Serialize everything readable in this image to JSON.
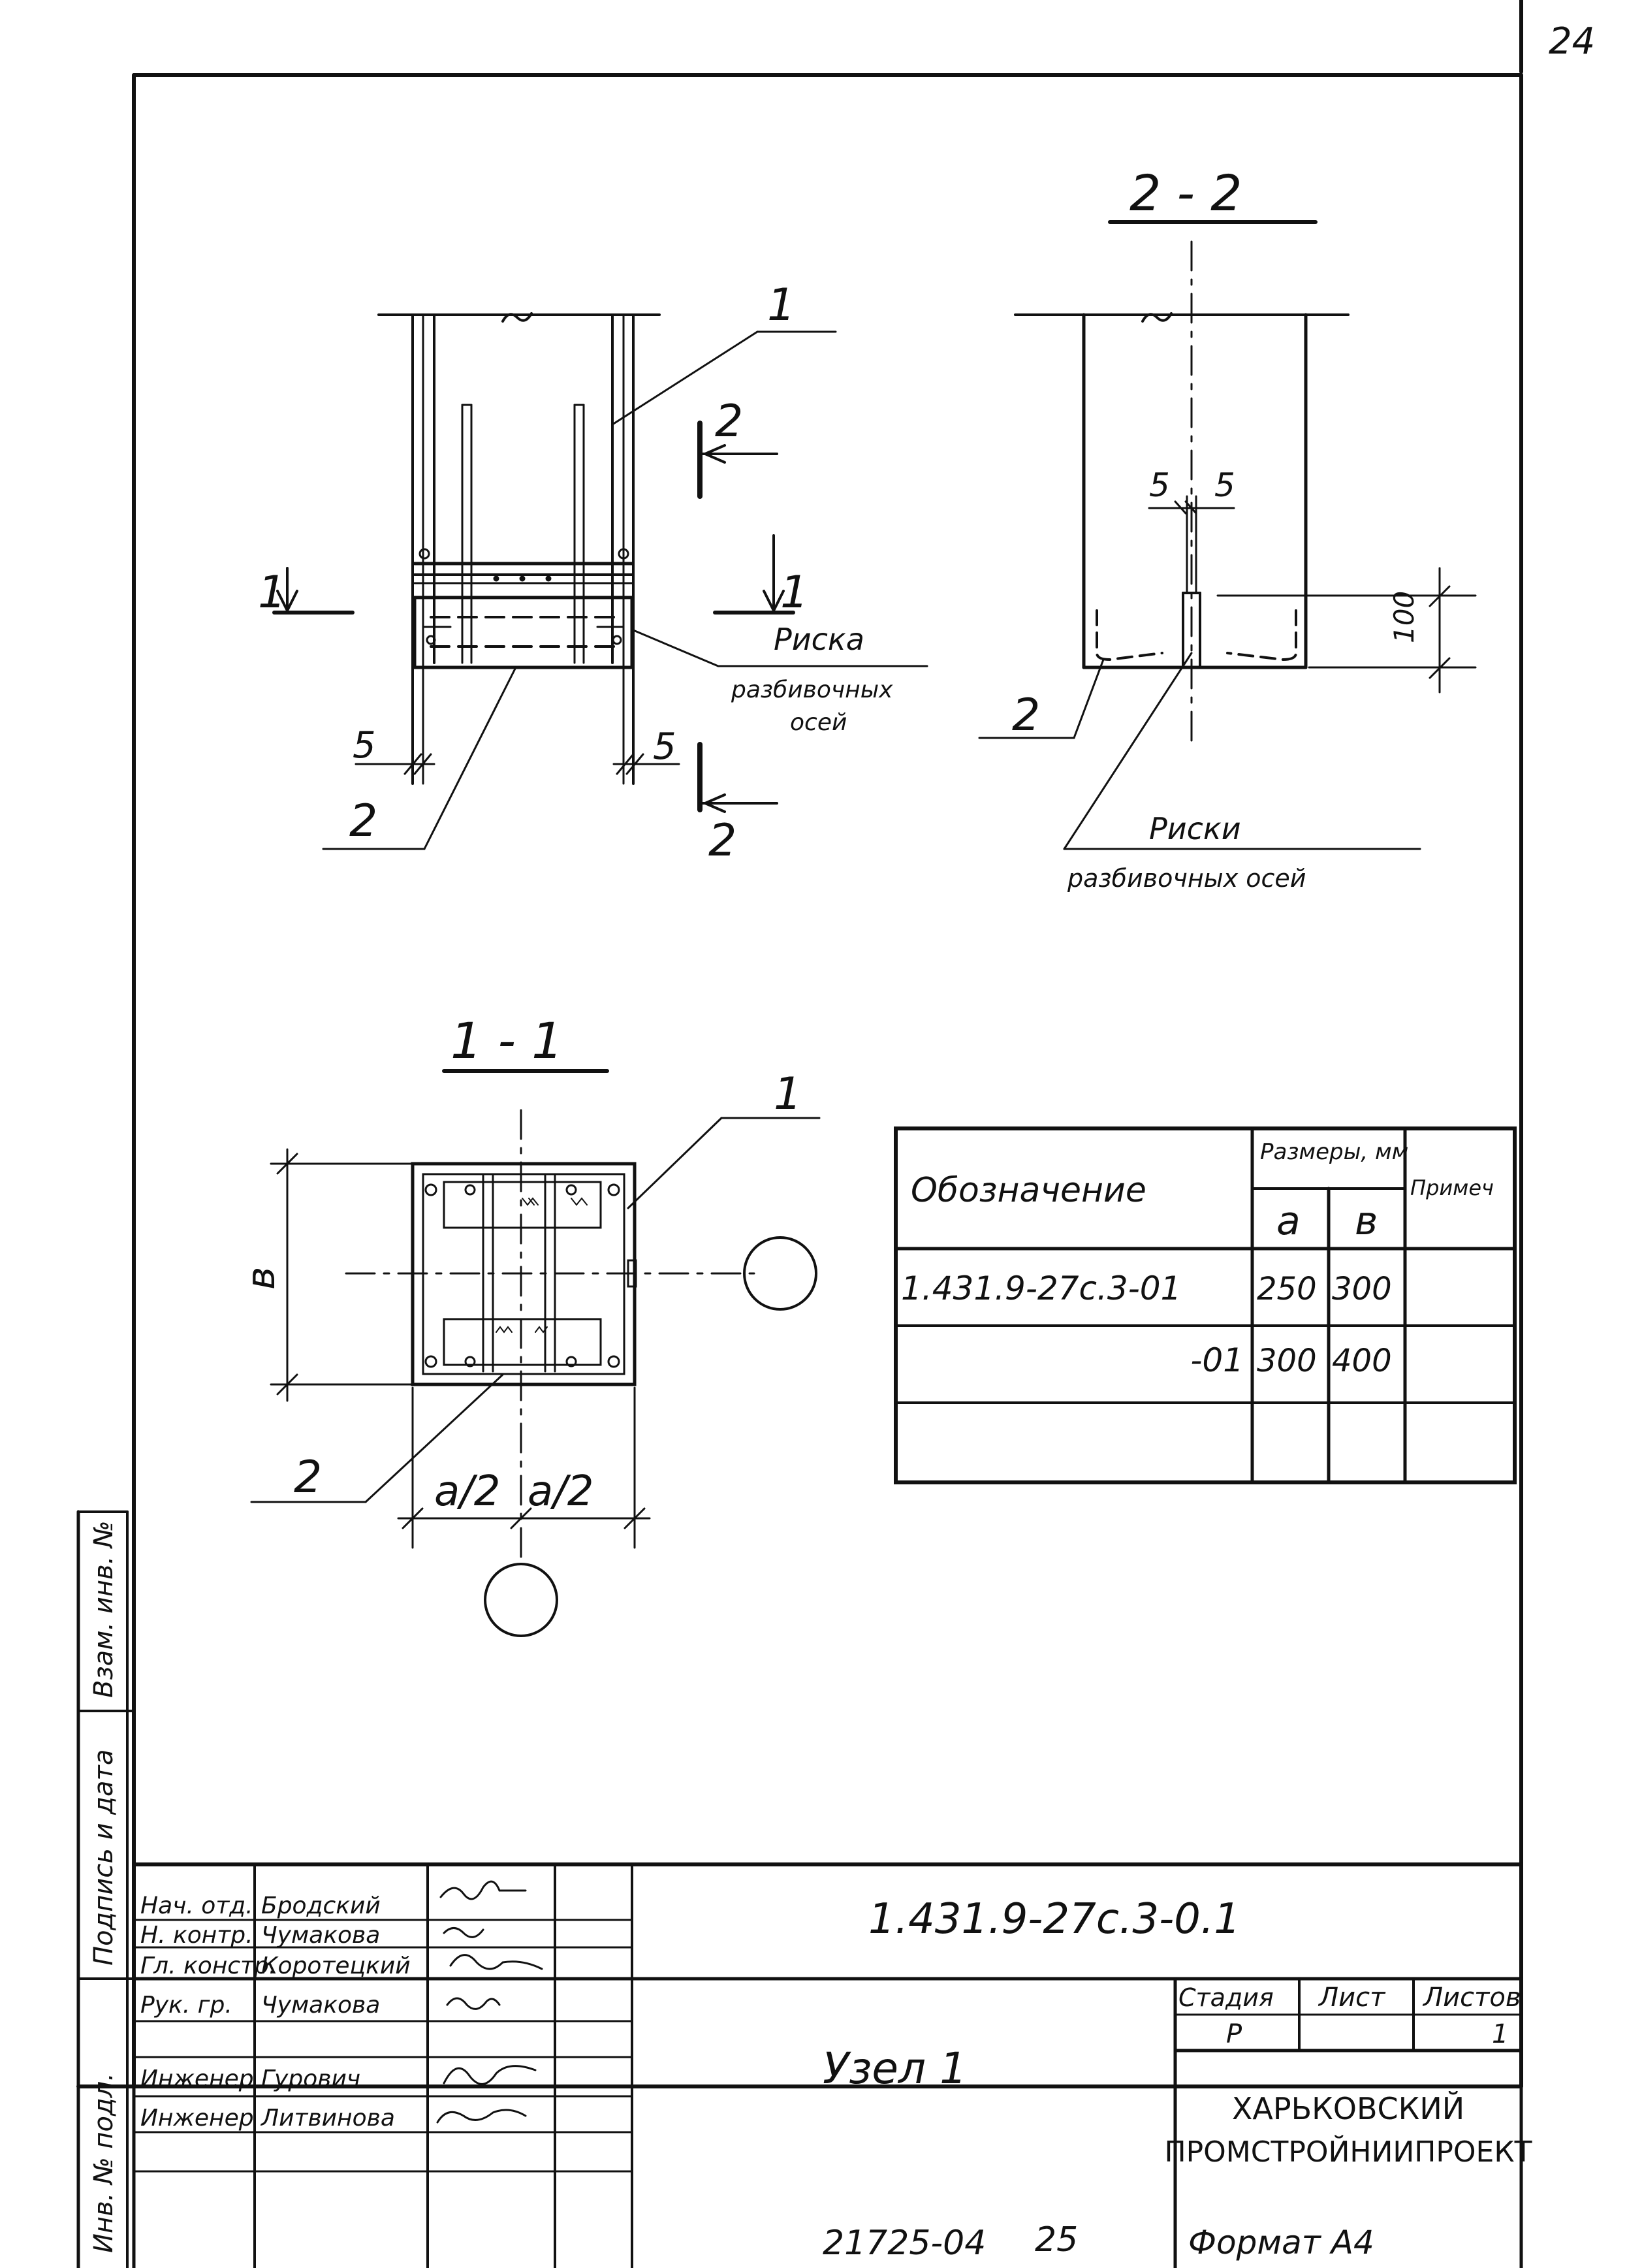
{
  "page_number": "24",
  "views": {
    "elevation": {
      "callout_1": "1",
      "callout_2": "2",
      "section_marks": {
        "s1_left": "1",
        "s1_right": "1",
        "s2_top": "2",
        "s2_bottom": "2"
      },
      "dim_left": "5",
      "dim_right": "5",
      "note_line1": "Риска",
      "note_line2": "разбивочных",
      "note_line3": "осей"
    },
    "section_2_2": {
      "title": "2 - 2",
      "dim_5a": "5",
      "dim_5b": "5",
      "dim_100": "100",
      "callout_2": "2",
      "note_line1": "Риски",
      "note_line2": "разбивочных осей"
    },
    "section_1_1": {
      "title": "1 - 1",
      "callout_1": "1",
      "callout_2": "2",
      "dim_b": "в",
      "dim_a_half_1": "a/2",
      "dim_a_half_2": "a/2"
    }
  },
  "table": {
    "header_designation": "Обозначение",
    "header_sizes": "Размеры, мм",
    "header_a": "a",
    "header_b": "в",
    "header_note": "Примеч",
    "rows": [
      {
        "designation": "1.431.9-27с.3-01",
        "a": "250",
        "b": "300"
      },
      {
        "designation": "-01",
        "a": "300",
        "b": "400"
      }
    ]
  },
  "title_block": {
    "roles": [
      "Нач. отд.",
      "Н. контр.",
      "Гл. констр.",
      "Рук. гр.",
      "",
      "Инженер",
      "Инженер"
    ],
    "names": [
      "Бродский",
      "Чумакова",
      "Коротецкий",
      "Чумакова",
      "",
      "Гурович",
      "Литвинова"
    ],
    "doc_code": "1.431.9-27с.3-0.1",
    "title": "Узел 1",
    "stage_label": "Стадия",
    "sheet_label": "Лист",
    "sheets_label": "Листов",
    "stage_value": "Р",
    "sheets_value": "1",
    "org_line1": "ХАРЬКОВСКИЙ",
    "org_line2": "ПРОМСТРОЙНИИПРОЕКТ"
  },
  "side_stamp": {
    "inv_orig": "Инв. № подл.",
    "sign_date": "Подпись и дата",
    "vzam_inv": "Взам. инв. №"
  },
  "footer": {
    "code": "21725-04",
    "sheet": "25",
    "format": "Формат А4"
  }
}
